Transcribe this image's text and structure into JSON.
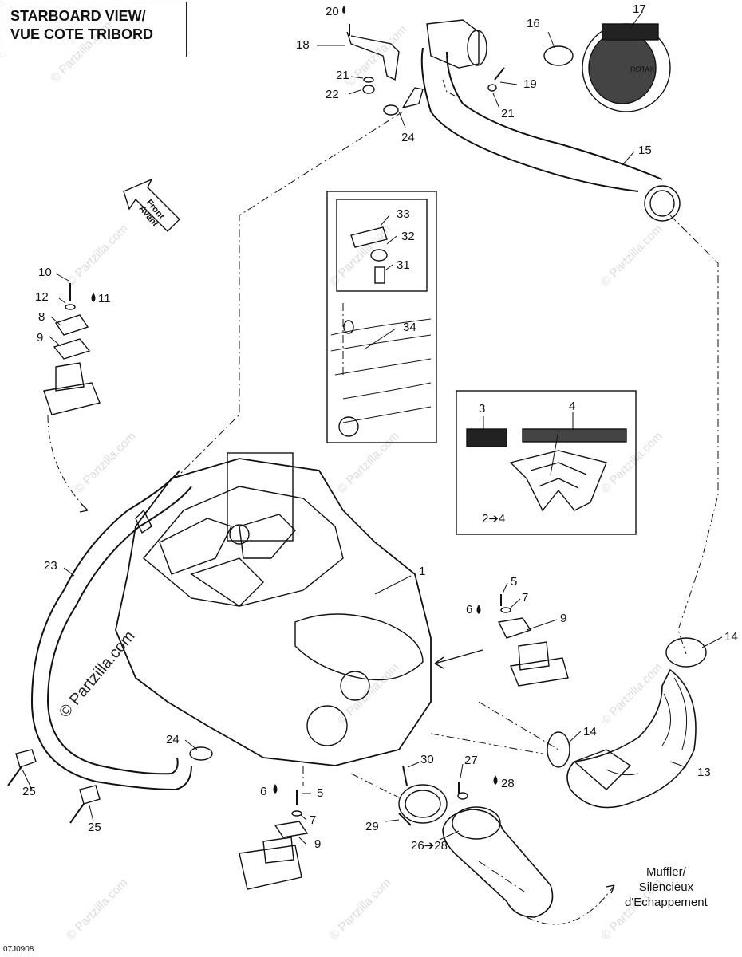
{
  "title": {
    "line1": "STARBOARD VIEW/",
    "line2": "VUE COTE TRIBORD"
  },
  "front_arrow": {
    "line1": "Front",
    "line2": "Avant"
  },
  "muffler": {
    "line1": "Muffler/",
    "line2": "Silencieux",
    "line3": "d'Echappement"
  },
  "drawing_code": "07J0908",
  "watermark": "© Partzilla.com",
  "callouts": {
    "c20": "20",
    "c18": "18",
    "c16": "16",
    "c17": "17",
    "c21a": "21",
    "c22": "22",
    "c19": "19",
    "c21b": "21",
    "c24a": "24",
    "c15": "15",
    "c33": "33",
    "c32": "32",
    "c31": "31",
    "c34": "34",
    "c10": "10",
    "c12": "12",
    "c11": "11",
    "c8": "8",
    "c9a": "9",
    "c3": "3",
    "c4": "4",
    "c2to4": "2➔4",
    "c1": "1",
    "c23": "23",
    "c5a": "5",
    "c6a": "6",
    "c7a": "7",
    "c9b": "9",
    "c14a": "14",
    "c14b": "14",
    "c13": "13",
    "c24b": "24",
    "c25a": "25",
    "c25b": "25",
    "c30": "30",
    "c27": "27",
    "c28": "28",
    "c6b": "6",
    "c5b": "5",
    "c7b": "7",
    "c9c": "9",
    "c29": "29",
    "c26to28": "26➔28"
  },
  "filter_brand": "ROTAX",
  "icons": {
    "loctite": "drop-icon",
    "direction": "arrow-icon"
  }
}
